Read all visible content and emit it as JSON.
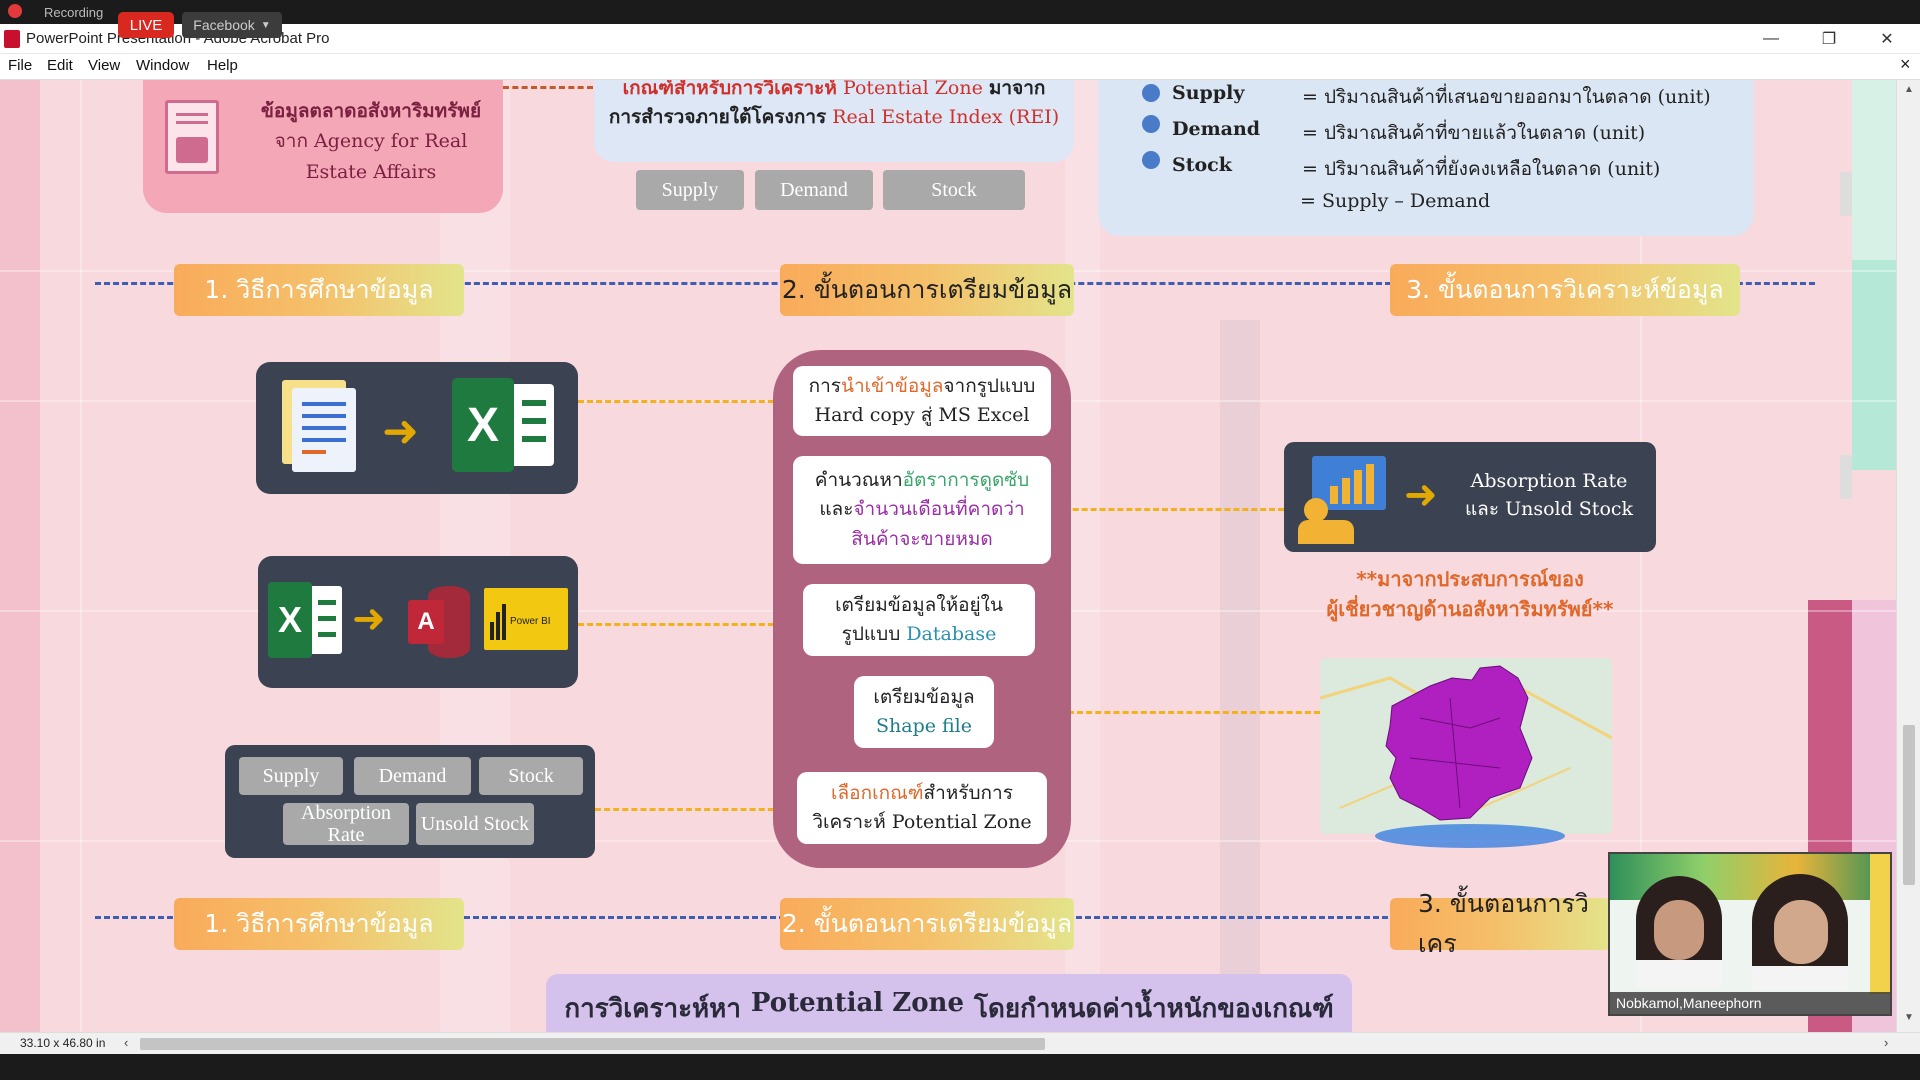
{
  "overlay": {
    "recording_label": "Recording",
    "live_badge": "LIVE",
    "facebook_label": "Facebook"
  },
  "window": {
    "title": "PowerPoint Presentation - Adobe Acrobat Pro",
    "minimize": "—",
    "restore": "❐",
    "close": "✕",
    "doc_close": "×"
  },
  "menu": [
    "File",
    "Edit",
    "View",
    "Window",
    "Help"
  ],
  "slide": {
    "top_left": {
      "line1": "ข้อมูลตลาดอสังหาริมทรัพย์",
      "line2": "จาก Agency for Real",
      "line3": "Estate Affairs"
    },
    "top_center": {
      "line1_thai": "เกณฑ์สำหรับการวิเคราะห์",
      "line1_en": "Potential Zone",
      "line1_tail": "มาจาก",
      "line2_thai": "การสำรวจภายใต้โครงการ",
      "line2_en": "Real Estate Index (REI)",
      "buttons": [
        "Supply",
        "Demand",
        "Stock"
      ]
    },
    "legend": [
      {
        "term": "Supply",
        "definition": "= ปริมาณสินค้าที่เสนอขายออกมาในตลาด (unit)"
      },
      {
        "term": "Demand",
        "definition": "= ปริมาณสินค้าที่ขายแล้วในตลาด (unit)"
      },
      {
        "term": "Stock",
        "definition": "= ปริมาณสินค้าที่ยังคงเหลือในตลาด (unit)"
      },
      {
        "term": "",
        "definition": "= Supply – Demand"
      }
    ],
    "steps_top": [
      "1. วิธีการศึกษาข้อมูล",
      "2. ขั้นตอนการเตรียมข้อมูล",
      "3. ขั้นตอนการวิเคราะห์ข้อมูล"
    ],
    "steps_bottom": [
      "1. วิธีการศึกษาข้อมูล",
      "2. ขั้นตอนการเตรียมข้อมูล",
      "3. ขั้นตอนการวิเคร"
    ],
    "power_bi_label": "Power BI",
    "left_buttons_row1": [
      "Supply",
      "Demand",
      "Stock"
    ],
    "left_buttons_row2": [
      "Absorption Rate",
      "Unsold Stock"
    ],
    "process": [
      {
        "pre": "การ",
        "hl": "นำเข้าข้อมูล",
        "post": "จากรูปแบบ",
        "line2": "Hard copy สู่ MS Excel"
      },
      {
        "pre": "คำนวณหา",
        "hl": "อัตราการดูดซับ",
        "line2_pre": "และ",
        "line2_hl": "จำนวนเดือนที่คาดว่า",
        "line3_hl": "สินค้าจะขายหมด"
      },
      {
        "line1": "เตรียมข้อมูลให้อยู่ใน",
        "line2_pre": "รูปแบบ",
        "line2_hl": "Database"
      },
      {
        "line1": "เตรียมข้อมูล",
        "line2_hl": "Shape file"
      },
      {
        "hl": "เลือกเกณฑ์",
        "post": "สำหรับการ",
        "line2": "วิเคราะห์ Potential Zone"
      }
    ],
    "analysis_box": {
      "line1": "Absorption Rate",
      "line2": "และ Unsold Stock"
    },
    "expert_note": {
      "line1": "**มาจากประสบการณ์ของ",
      "line2": "ผู้เชี่ยวชาญด้านอสังหาริมทรัพย์**"
    },
    "bottom_banner": {
      "pre": "การวิเคราะห์หา",
      "en": "Potential Zone",
      "post": "โดยกำหนดค่าน้ำหนักของเกณฑ์"
    }
  },
  "video_overlay": {
    "names": "Nobkamol,Maneephorn"
  },
  "statusbar": {
    "page_size": "33.10 x 46.80 in"
  },
  "colors": {
    "accent_orange": "#e0682a",
    "accent_purple": "#9b2ea6",
    "accent_green": "#3aa66a",
    "accent_teal": "#2a8fb0",
    "accent_red": "#d0302a"
  }
}
